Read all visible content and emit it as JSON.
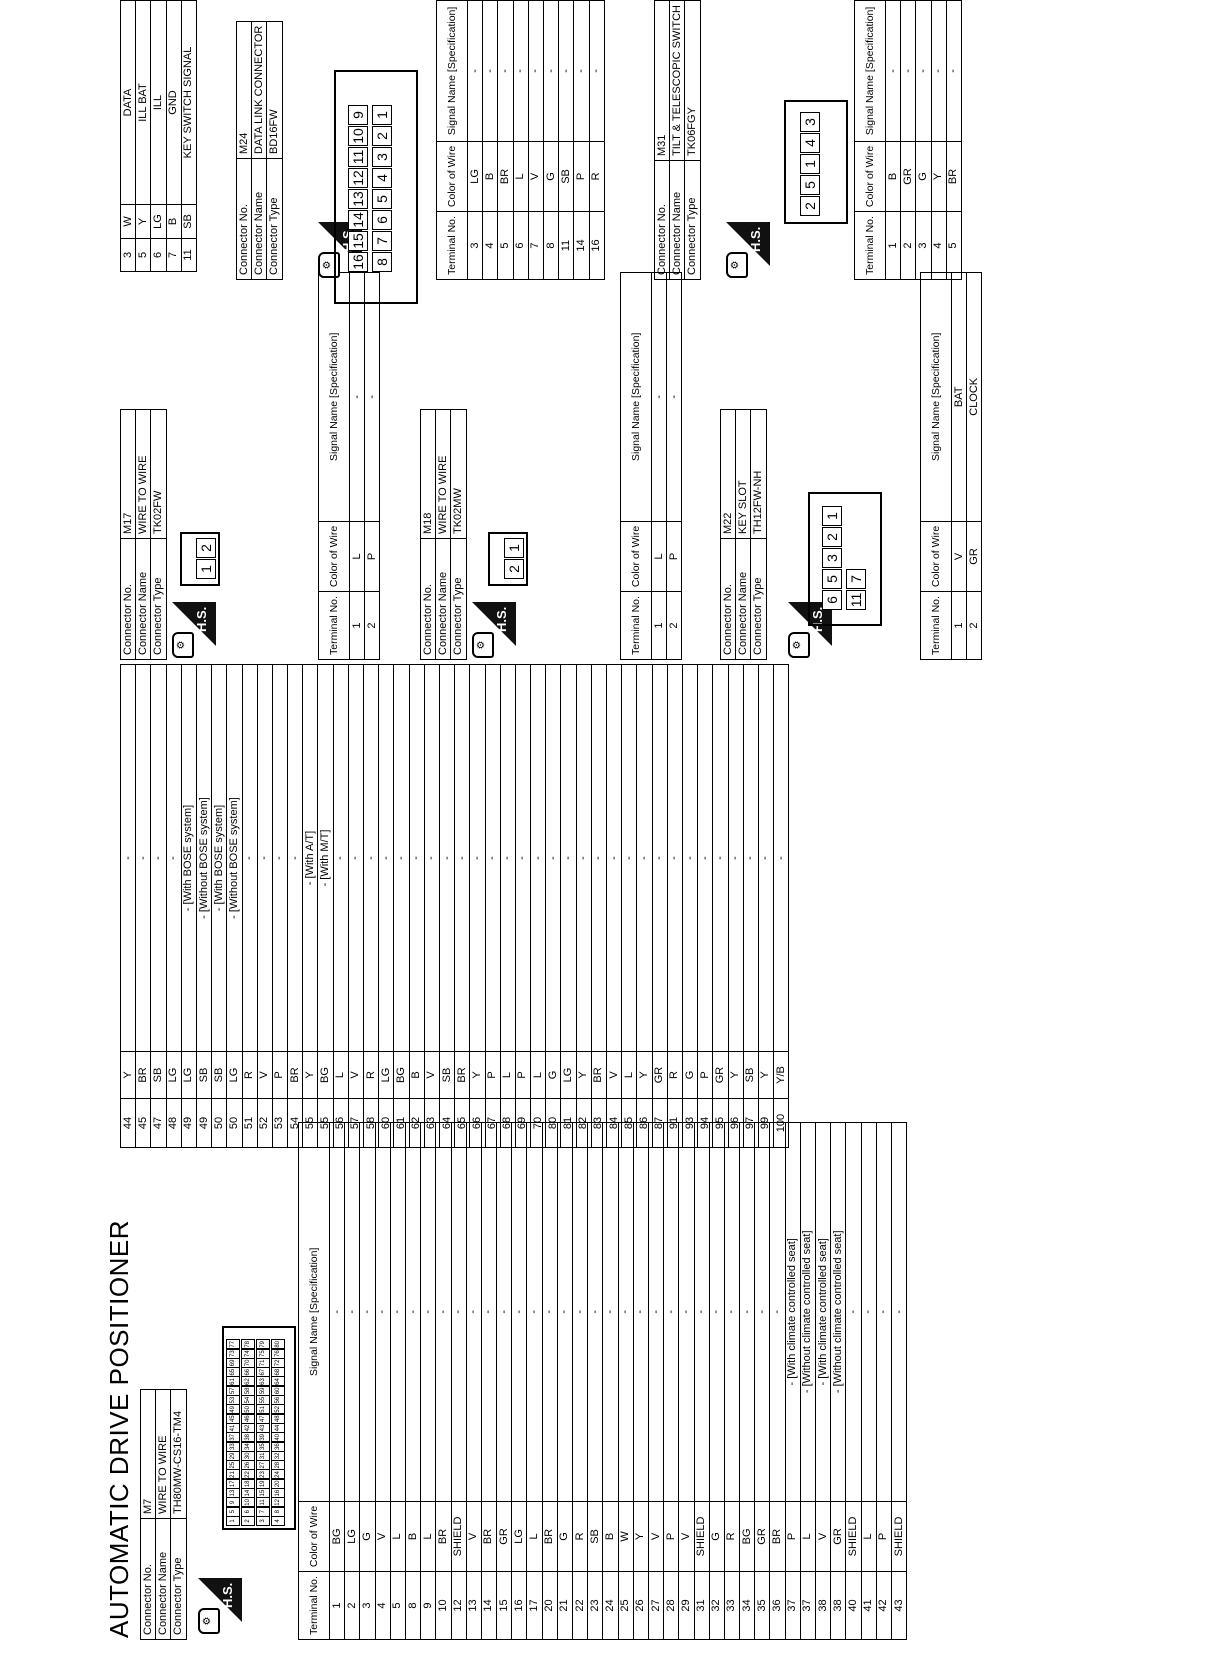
{
  "page_title": "AUTOMATIC DRIVE POSITIONER",
  "hs_label": "H.S.",
  "labels": {
    "connector_no": "Connector No.",
    "connector_name": "Connector Name",
    "connector_type": "Connector Type",
    "terminal_no": "Terminal No.",
    "color_of_wire": "Color of Wire",
    "signal_name": "Signal Name [Specification]"
  },
  "m7": {
    "no": "M7",
    "name": "WIRE TO WIRE",
    "type": "TH80MW-CS16-TM4",
    "rows1": [
      [
        "1",
        "BG",
        "-"
      ],
      [
        "2",
        "LG",
        "-"
      ],
      [
        "3",
        "G",
        "-"
      ],
      [
        "4",
        "V",
        "-"
      ],
      [
        "5",
        "L",
        "-"
      ],
      [
        "8",
        "B",
        "-"
      ],
      [
        "9",
        "L",
        "-"
      ],
      [
        "10",
        "BR",
        "-"
      ],
      [
        "12",
        "SHIELD",
        "-"
      ],
      [
        "13",
        "V",
        "-"
      ],
      [
        "14",
        "BR",
        "-"
      ],
      [
        "15",
        "GR",
        "-"
      ],
      [
        "16",
        "LG",
        "-"
      ],
      [
        "17",
        "L",
        "-"
      ],
      [
        "20",
        "BR",
        "-"
      ],
      [
        "21",
        "G",
        "-"
      ],
      [
        "22",
        "R",
        "-"
      ],
      [
        "23",
        "SB",
        "-"
      ],
      [
        "24",
        "B",
        "-"
      ],
      [
        "25",
        "W",
        "-"
      ],
      [
        "26",
        "Y",
        "-"
      ],
      [
        "27",
        "V",
        "-"
      ],
      [
        "28",
        "P",
        "-"
      ],
      [
        "29",
        "V",
        "-"
      ],
      [
        "31",
        "SHIELD",
        "-"
      ],
      [
        "32",
        "G",
        "-"
      ],
      [
        "33",
        "R",
        "-"
      ],
      [
        "34",
        "BG",
        "-"
      ],
      [
        "35",
        "GR",
        "-"
      ],
      [
        "36",
        "BR",
        "-"
      ],
      [
        "37",
        "P",
        "- [With climate controlled seat]"
      ],
      [
        "37",
        "L",
        "- [Without climate controlled seat]"
      ],
      [
        "38",
        "V",
        "- [With climate controlled seat]"
      ],
      [
        "38",
        "GR",
        "- [Without climate controlled seat]"
      ],
      [
        "40",
        "SHIELD",
        "-"
      ],
      [
        "41",
        "L",
        "-"
      ],
      [
        "42",
        "P",
        "-"
      ],
      [
        "43",
        "SHIELD",
        "-"
      ]
    ],
    "rows2": [
      [
        "44",
        "Y",
        "-"
      ],
      [
        "45",
        "BR",
        "-"
      ],
      [
        "47",
        "SB",
        "-"
      ],
      [
        "48",
        "LG",
        "-"
      ],
      [
        "49",
        "LG",
        "- [With BOSE system]"
      ],
      [
        "49",
        "SB",
        "- [Without BOSE system]"
      ],
      [
        "50",
        "SB",
        "- [With BOSE system]"
      ],
      [
        "50",
        "LG",
        "- [Without BOSE system]"
      ],
      [
        "51",
        "R",
        "-"
      ],
      [
        "52",
        "V",
        "-"
      ],
      [
        "53",
        "P",
        "-"
      ],
      [
        "54",
        "BR",
        "-"
      ],
      [
        "55",
        "Y",
        "- [With A/T]"
      ],
      [
        "55",
        "BG",
        "- [With M/T]"
      ],
      [
        "56",
        "L",
        "-"
      ],
      [
        "57",
        "V",
        "-"
      ],
      [
        "58",
        "R",
        "-"
      ],
      [
        "60",
        "LG",
        "-"
      ],
      [
        "61",
        "BG",
        "-"
      ],
      [
        "62",
        "B",
        "-"
      ],
      [
        "63",
        "V",
        "-"
      ],
      [
        "64",
        "SB",
        "-"
      ],
      [
        "65",
        "BR",
        "-"
      ],
      [
        "66",
        "Y",
        "-"
      ],
      [
        "67",
        "P",
        "-"
      ],
      [
        "68",
        "L",
        "-"
      ],
      [
        "69",
        "P",
        "-"
      ],
      [
        "70",
        "L",
        "-"
      ],
      [
        "80",
        "G",
        "-"
      ],
      [
        "81",
        "LG",
        "-"
      ],
      [
        "82",
        "Y",
        "-"
      ],
      [
        "83",
        "BR",
        "-"
      ],
      [
        "84",
        "V",
        "-"
      ],
      [
        "85",
        "L",
        "-"
      ],
      [
        "86",
        "Y",
        "-"
      ],
      [
        "87",
        "GR",
        "-"
      ],
      [
        "91",
        "R",
        "-"
      ],
      [
        "93",
        "G",
        "-"
      ],
      [
        "94",
        "P",
        "-"
      ],
      [
        "95",
        "GR",
        "-"
      ],
      [
        "96",
        "Y",
        "-"
      ],
      [
        "97",
        "SB",
        "-"
      ],
      [
        "99",
        "Y",
        "-"
      ],
      [
        "100",
        "Y/B",
        "-"
      ]
    ],
    "pins": [
      "1",
      "2",
      "3",
      "4",
      "5",
      "6",
      "7",
      "8",
      "9",
      "10",
      "11",
      "12",
      "13",
      "14",
      "15",
      "16",
      "17",
      "18",
      "19",
      "20",
      "21",
      "22",
      "23",
      "24",
      "25",
      "26",
      "27",
      "28",
      "29",
      "30",
      "31",
      "32",
      "33",
      "34",
      "35",
      "36",
      "37",
      "38",
      "39",
      "40",
      "41",
      "42",
      "43",
      "44",
      "45",
      "46",
      "47",
      "48",
      "49",
      "50",
      "51",
      "52",
      "53",
      "54",
      "55",
      "56",
      "57",
      "58",
      "59",
      "60",
      "61",
      "62",
      "63",
      "64",
      "65",
      "66",
      "67",
      "68",
      "69",
      "70",
      "71",
      "72",
      "73",
      "74",
      "75",
      "76",
      "77",
      "78",
      "79",
      "80"
    ]
  },
  "m17": {
    "no": "M17",
    "name": "WIRE TO WIRE",
    "type": "TK02FW",
    "pins": [
      "1",
      "2"
    ],
    "rows": [
      [
        "1",
        "L",
        "-"
      ],
      [
        "2",
        "P",
        "-"
      ]
    ]
  },
  "m18": {
    "no": "M18",
    "name": "WIRE TO WIRE",
    "type": "TK02MW",
    "pins": [
      "2",
      "1"
    ],
    "rows": [
      [
        "1",
        "L",
        "-"
      ],
      [
        "2",
        "P",
        "-"
      ]
    ]
  },
  "m22": {
    "no": "M22",
    "name": "KEY SLOT",
    "type": "TH12FW-NH",
    "pins_top": [
      "6",
      "5",
      "3",
      "2",
      "1"
    ],
    "pins_bot": [
      "11",
      "7"
    ],
    "rows": [
      [
        "1",
        "V",
        "BAT"
      ],
      [
        "2",
        "GR",
        "CLOCK"
      ]
    ]
  },
  "m24": {
    "no": "M24",
    "name": "DATA LINK CONNECTOR",
    "type": "BD16FW",
    "pins_top": [
      "16",
      "15",
      "14",
      "13",
      "12",
      "11",
      "10",
      "9"
    ],
    "pins_bot": [
      "8",
      "7",
      "6",
      "5",
      "4",
      "3",
      "2",
      "1"
    ],
    "rows_top": [
      [
        "3",
        "W",
        "DATA"
      ],
      [
        "5",
        "Y",
        "ILL BAT"
      ],
      [
        "6",
        "LG",
        "ILL"
      ],
      [
        "7",
        "B",
        "GND"
      ],
      [
        "11",
        "SB",
        "KEY SWITCH SIGNAL"
      ]
    ],
    "rows": [
      [
        "3",
        "LG",
        "-"
      ],
      [
        "4",
        "B",
        "-"
      ],
      [
        "5",
        "BR",
        "-"
      ],
      [
        "6",
        "L",
        "-"
      ],
      [
        "7",
        "V",
        "-"
      ],
      [
        "8",
        "G",
        "-"
      ],
      [
        "11",
        "SB",
        "-"
      ],
      [
        "14",
        "P",
        "-"
      ],
      [
        "16",
        "R",
        "-"
      ]
    ]
  },
  "m31": {
    "no": "M31",
    "name": "TILT & TELESCOPIC SWITCH",
    "type": "TK06FGY",
    "pins": [
      "2",
      "5",
      "1",
      "4",
      "3"
    ],
    "rows": [
      [
        "1",
        "B",
        "-"
      ],
      [
        "2",
        "GR",
        "-"
      ],
      [
        "3",
        "G",
        "-"
      ],
      [
        "4",
        "Y",
        "-"
      ],
      [
        "5",
        "BR",
        "-"
      ]
    ]
  }
}
